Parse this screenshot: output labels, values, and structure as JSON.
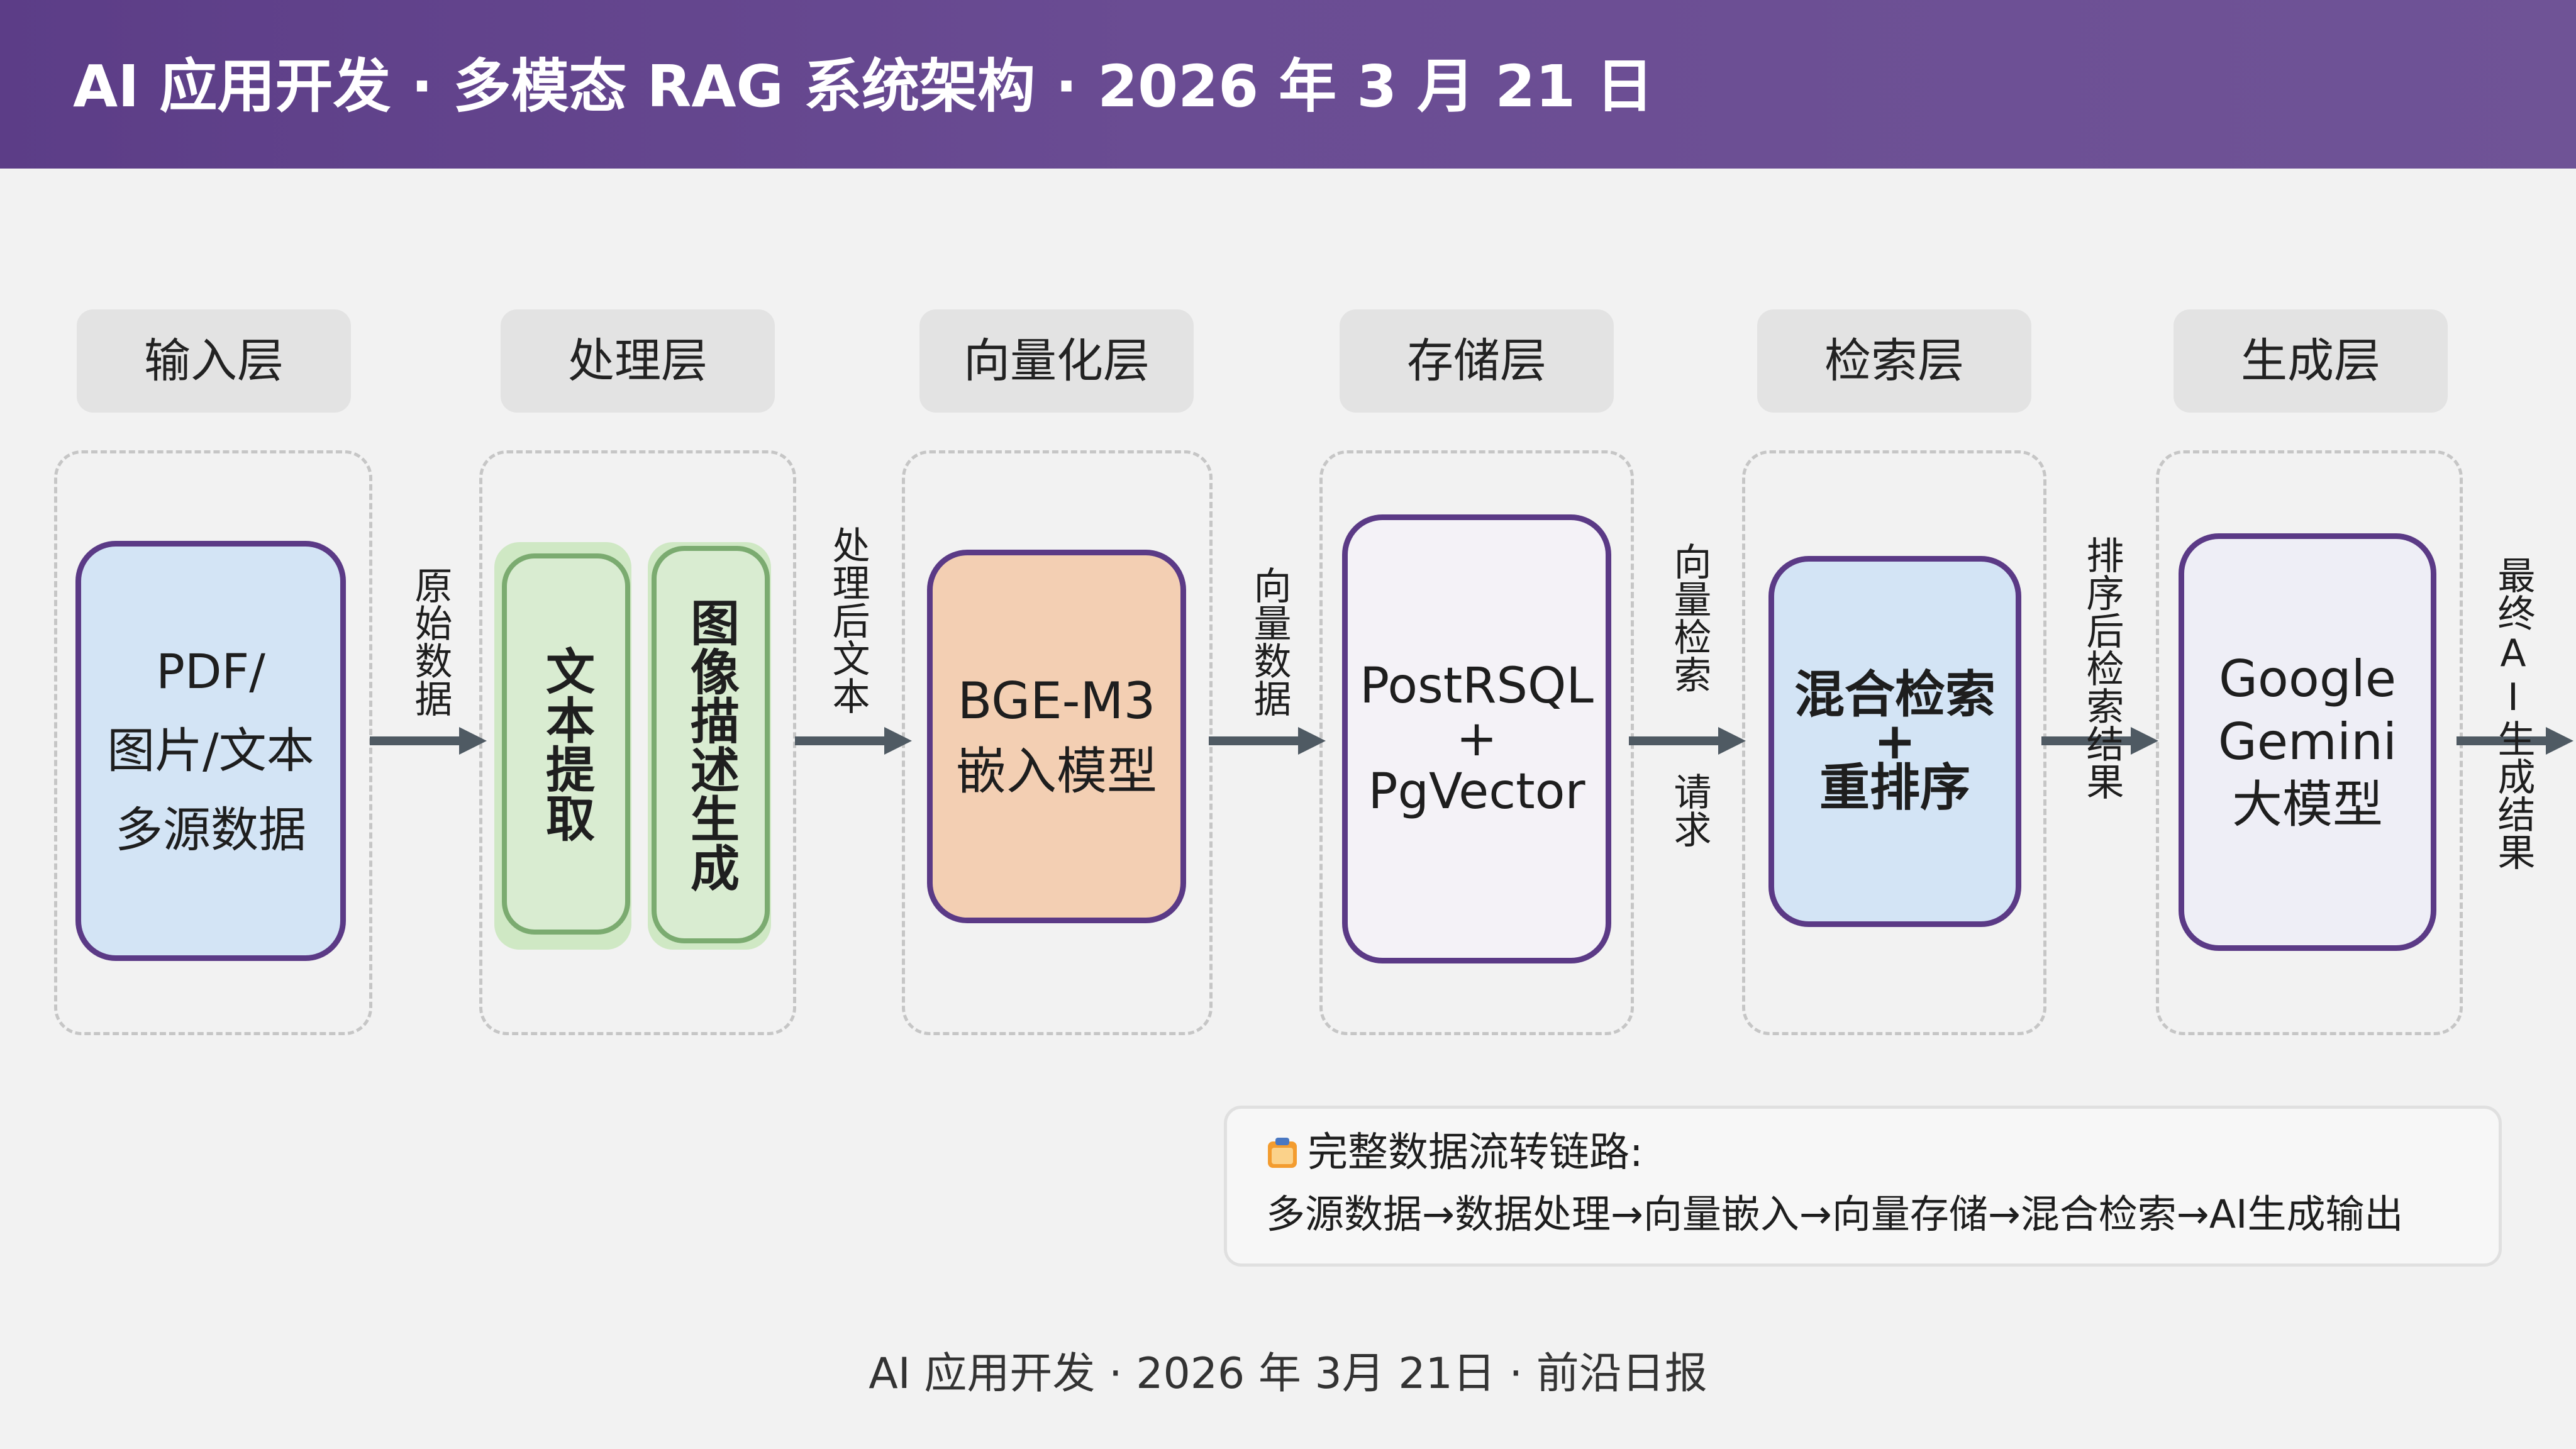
{
  "header": {
    "title": "AI 应用开发 · 多模态 RAG 系统架构 · 2026 年 3 月 21 日",
    "background_color": "#6a4c93"
  },
  "layers": [
    {
      "label": "输入层"
    },
    {
      "label": "处理层"
    },
    {
      "label": "向量化层"
    },
    {
      "label": "存储层"
    },
    {
      "label": "检索层"
    },
    {
      "label": "生成层"
    }
  ],
  "nodes": {
    "input": {
      "lines": [
        "PDF/",
        "图片/文本",
        "多源数据"
      ],
      "fill": "#d3e4f5"
    },
    "text_extract": {
      "label": "文本提取",
      "fill": "#d9ecd1"
    },
    "image_desc": {
      "label": "图像描述生成",
      "fill": "#d9ecd1"
    },
    "embed": {
      "lines": [
        "BGE-M3",
        "嵌入模型"
      ],
      "fill": "#f3cfb3"
    },
    "storage": {
      "lines": [
        "PostRSQL",
        "+",
        "PgVector"
      ],
      "fill": "#f4f2f7"
    },
    "retrieval": {
      "lines": [
        "混合检索",
        "+",
        "重排序"
      ],
      "fill": "#d3e4f5"
    },
    "generation": {
      "lines": [
        "Google",
        "Gemini",
        "大模型"
      ],
      "fill": "#eeeef6"
    }
  },
  "edge_labels": {
    "raw_data": "原始数据",
    "processed_text": "处理后文本",
    "vector_data": "向量数据",
    "vector_search": "向量检索",
    "request": "请求",
    "reranked": "排序后检索结果",
    "final": "最终AI生成结果"
  },
  "summary": {
    "icon": "clipboard-icon",
    "title": "完整数据流转链路:",
    "flow": "多源数据→数据处理→向量嵌入→向量存储→混合检索→AI生成输出"
  },
  "footer": {
    "text": "AI 应用开发 · 2026 年 3月 21日 · 前沿日报"
  },
  "colors": {
    "node_border": "#5b3a86",
    "arrow": "#4f5a63",
    "green_border": "#7bab70"
  }
}
